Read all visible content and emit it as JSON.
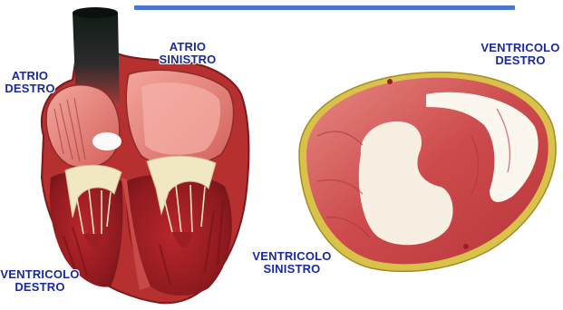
{
  "colors": {
    "rule": "#4a78c6",
    "label": "#1a2a9c",
    "muscle": "#c23a3c",
    "muscle_dark": "#7a1518",
    "muscle_light": "#e27a74",
    "fat": "#d8c24a",
    "valve": "#f1e7c2",
    "aorta": "#1d1d1d"
  },
  "labels": {
    "atrio_destro": "ATRIO\nDESTRO",
    "atrio_sinistro": "ATRIO\nSINISTRO",
    "ventricolo_destro_right": "VENTRICOLO\nDESTRO",
    "ventricolo_sinistro": "VENTRICOLO\nSINISTRO",
    "ventricolo_destro_left": "VENTRICOLO\nDESTRO"
  }
}
